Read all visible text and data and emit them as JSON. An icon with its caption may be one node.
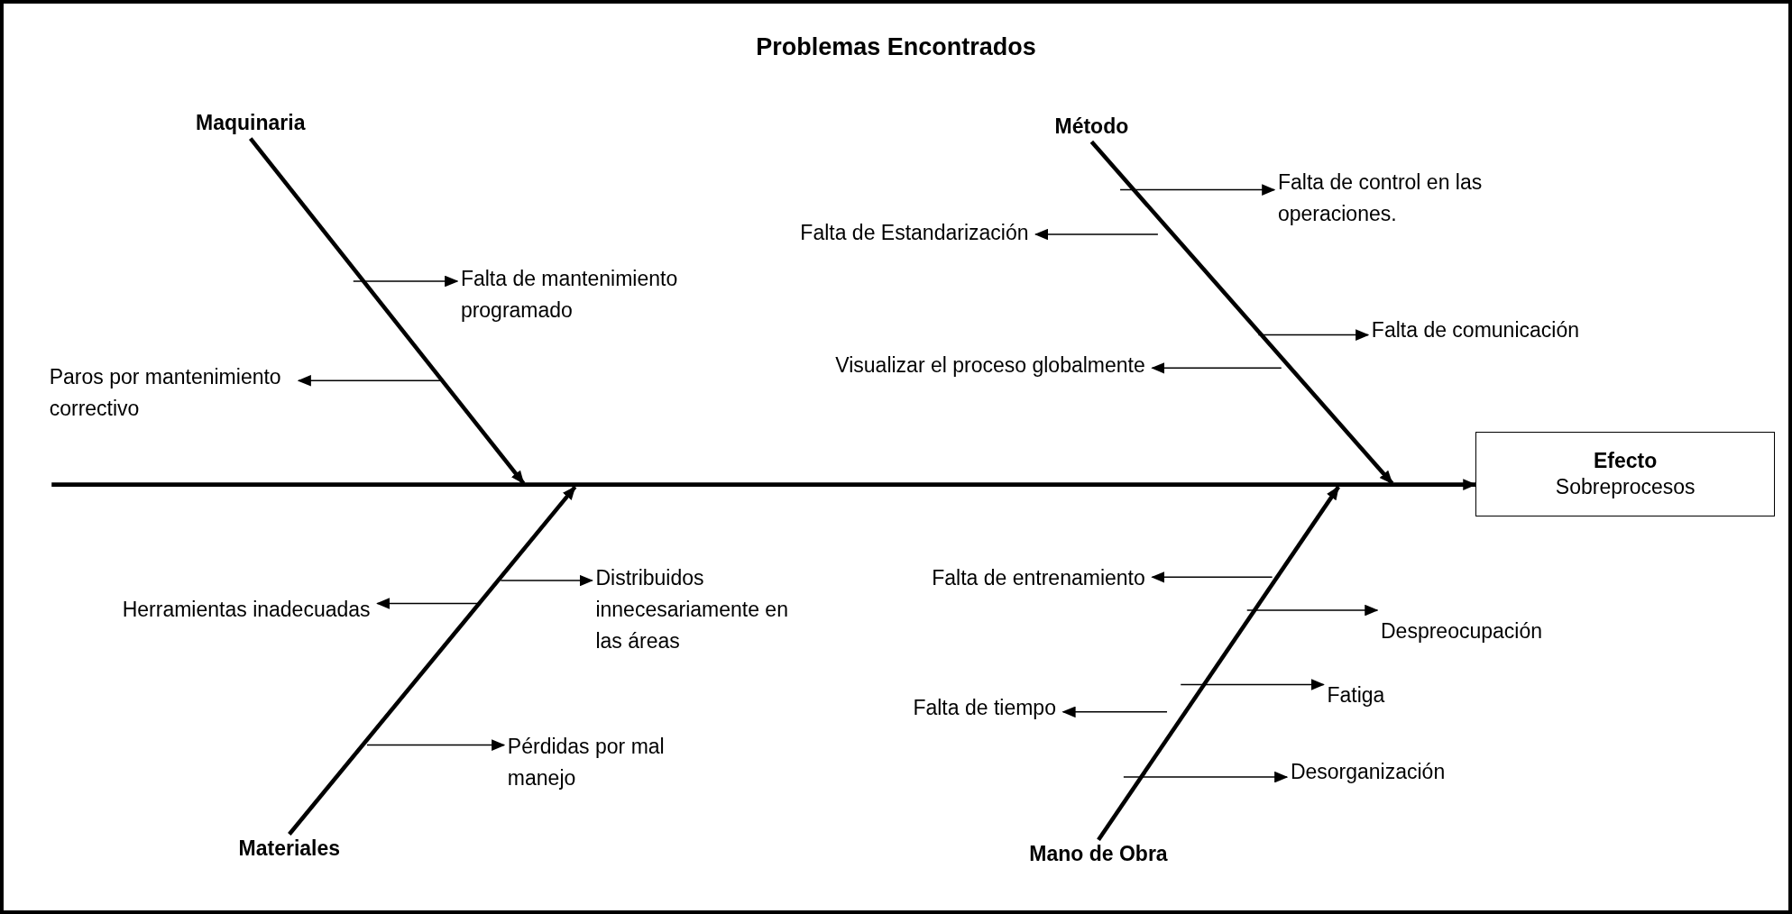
{
  "diagram": {
    "title": "Problemas Encontrados",
    "nodes": [
      {
        "text": [
          "Maquinaria"
        ]
      },
      {
        "text": [
          "Método"
        ]
      },
      {
        "text": [
          "Falta de control en las operaciones."
        ]
      },
      {
        "text": [
          "Falta de Estandarización"
        ]
      },
      {
        "text": [
          "Falta de mantenimiento programado"
        ]
      },
      {
        "text": [
          "Falta de comunicación"
        ]
      },
      {
        "text": [
          "Paros por mantenimiento correctivo"
        ]
      },
      {
        "text": [
          "Visualizar el proceso globalmente"
        ]
      },
      {
        "text": [
          "Efecto",
          "Sobreprocesos"
        ]
      },
      {
        "text": [
          "Falta de entrenamiento"
        ]
      },
      {
        "text": [
          "Distribuidos innecesariamente en las áreas"
        ]
      },
      {
        "text": [
          "Herramientas inadecuadas"
        ]
      },
      {
        "text": [
          "Despreocupación"
        ]
      },
      {
        "text": [
          "Fatiga"
        ]
      },
      {
        "text": [
          "Falta de tiempo"
        ]
      },
      {
        "text": [
          "Pérdidas por mal manejo"
        ]
      },
      {
        "text": [
          "Desorganización"
        ]
      },
      {
        "text": [
          "Materiales"
        ]
      },
      {
        "text": [
          "Mano de Obra"
        ]
      }
    ],
    "edges": [
      {
        "from": 0,
        "to": null,
        "arrow": "to",
        "style": "thick"
      },
      {
        "from": 1,
        "to": null,
        "arrow": "to",
        "style": "thick"
      },
      {
        "from": 17,
        "to": null,
        "arrow": "to",
        "style": "thick"
      },
      {
        "from": 18,
        "to": null,
        "arrow": "to",
        "style": "thick"
      },
      {
        "from": null,
        "to": 8,
        "arrow": "to",
        "style": "thick"
      },
      {
        "from": null,
        "to": 2,
        "arrow": "to"
      },
      {
        "from": null,
        "to": 3,
        "arrow": "to"
      },
      {
        "from": null,
        "to": 4,
        "arrow": "to"
      },
      {
        "from": null,
        "to": 5,
        "arrow": "to"
      },
      {
        "from": null,
        "to": 6,
        "arrow": "to"
      },
      {
        "from": null,
        "to": 7,
        "arrow": "to"
      },
      {
        "from": null,
        "to": 9,
        "arrow": "to"
      },
      {
        "from": null,
        "to": 10,
        "arrow": "to"
      },
      {
        "from": null,
        "to": 11,
        "arrow": "to"
      },
      {
        "from": null,
        "to": 12,
        "arrow": "to"
      },
      {
        "from": null,
        "to": 13,
        "arrow": "to"
      },
      {
        "from": null,
        "to": 14,
        "arrow": "to"
      },
      {
        "from": null,
        "to": 15,
        "arrow": "to"
      },
      {
        "from": null,
        "to": 16,
        "arrow": "to"
      }
    ]
  }
}
